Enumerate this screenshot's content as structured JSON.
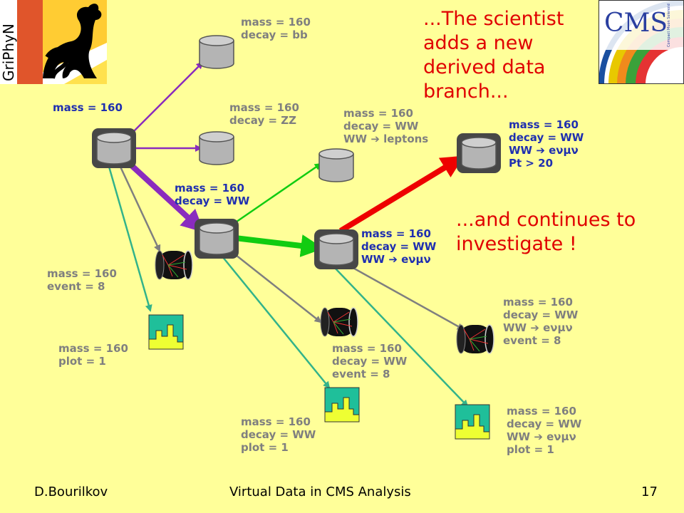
{
  "callouts": {
    "top": [
      "...The scientist",
      "adds a new",
      "derived data",
      "branch..."
    ],
    "bottom": [
      "...and continues to",
      "investigate !"
    ]
  },
  "logos": {
    "griphyn_text": "GriPhyN",
    "cms_text": "CMS",
    "cms_subtext": "Compact Muon Solenoid"
  },
  "nodes": [
    {
      "id": "root",
      "kind": "db",
      "label": [
        "mass = 160"
      ],
      "style": "blue"
    },
    {
      "id": "bb",
      "kind": "db",
      "label": [
        "mass = 160",
        "decay = bb"
      ],
      "style": "gray"
    },
    {
      "id": "zz",
      "kind": "db",
      "label": [
        "mass = 160",
        "decay = ZZ"
      ],
      "style": "gray"
    },
    {
      "id": "ww",
      "kind": "db",
      "label": [
        "mass = 160",
        "decay = WW"
      ],
      "style": "blue"
    },
    {
      "id": "leptons",
      "kind": "db",
      "label": [
        "mass = 160",
        "decay = WW",
        "WW ➔ leptons"
      ],
      "style": "gray"
    },
    {
      "id": "enmn",
      "kind": "db",
      "label": [
        "mass = 160",
        "decay = WW",
        "WW ➔ eνμν"
      ],
      "style": "blue"
    },
    {
      "id": "pt20",
      "kind": "db",
      "label": [
        "mass = 160",
        "decay = WW",
        "WW ➔ eνμν",
        "Pt > 20"
      ],
      "style": "blue"
    },
    {
      "id": "ev_root",
      "kind": "event",
      "label": [
        "mass = 160",
        "event = 8"
      ],
      "style": "gray"
    },
    {
      "id": "plot_root",
      "kind": "plot",
      "label": [
        "mass = 160",
        "plot = 1"
      ],
      "style": "gray"
    },
    {
      "id": "ev_ww",
      "kind": "event",
      "label": [
        "mass = 160",
        "decay = WW",
        "event = 8"
      ],
      "style": "gray"
    },
    {
      "id": "plot_ww",
      "kind": "plot",
      "label": [
        "mass = 160",
        "decay = WW",
        "plot = 1"
      ],
      "style": "gray"
    },
    {
      "id": "ev_enmn",
      "kind": "event",
      "label": [
        "mass = 160",
        "decay = WW",
        "WW ➔ eνμν",
        "event = 8"
      ],
      "style": "gray"
    },
    {
      "id": "plot_enmn",
      "kind": "plot",
      "label": [
        "mass = 160",
        "decay = WW",
        "WW ➔ eνμν",
        "plot = 1"
      ],
      "style": "gray"
    }
  ],
  "edges": [
    {
      "from": "root",
      "to": "bb",
      "color": "#8a2bbe"
    },
    {
      "from": "root",
      "to": "zz",
      "color": "#8a2bbe"
    },
    {
      "from": "root",
      "to": "ww",
      "color": "#8a2bbe",
      "bold": true
    },
    {
      "from": "root",
      "to": "ev_root",
      "color": "#7f7f7f"
    },
    {
      "from": "root",
      "to": "plot_root",
      "color": "#33b38a"
    },
    {
      "from": "ww",
      "to": "leptons",
      "color": "#11cc11"
    },
    {
      "from": "ww",
      "to": "enmn",
      "color": "#11cc11",
      "bold": true
    },
    {
      "from": "ww",
      "to": "ev_ww",
      "color": "#7f7f7f"
    },
    {
      "from": "ww",
      "to": "plot_ww",
      "color": "#33b38a"
    },
    {
      "from": "enmn",
      "to": "pt20",
      "color": "#ee0000",
      "bold": true
    },
    {
      "from": "enmn",
      "to": "ev_enmn",
      "color": "#7f7f7f"
    },
    {
      "from": "enmn",
      "to": "plot_enmn",
      "color": "#33b38a"
    }
  ],
  "colors": {
    "background": "#ffff99",
    "highlight": "#e00000",
    "label_blue": "#1f2fb0",
    "label_gray": "#7f7f7f"
  },
  "footer": {
    "author": "D.Bourilkov",
    "title": "Virtual Data in CMS Analysis",
    "page": "17"
  }
}
